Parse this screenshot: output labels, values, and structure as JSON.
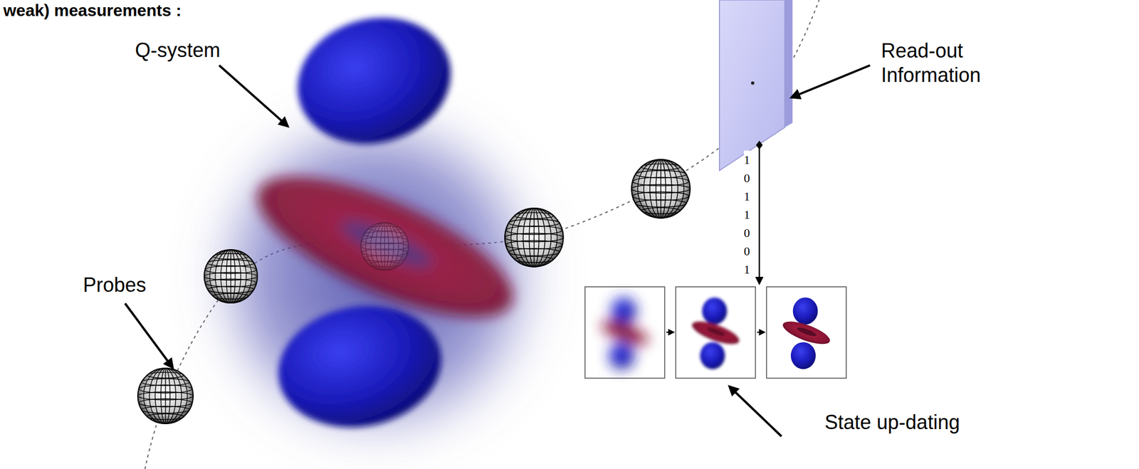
{
  "diagram": {
    "title": "weak) measurements :",
    "labels": [
      "Q-system",
      "Read-out Information",
      "Probes",
      "1011001",
      "State up-dating"
    ]
  }
}
